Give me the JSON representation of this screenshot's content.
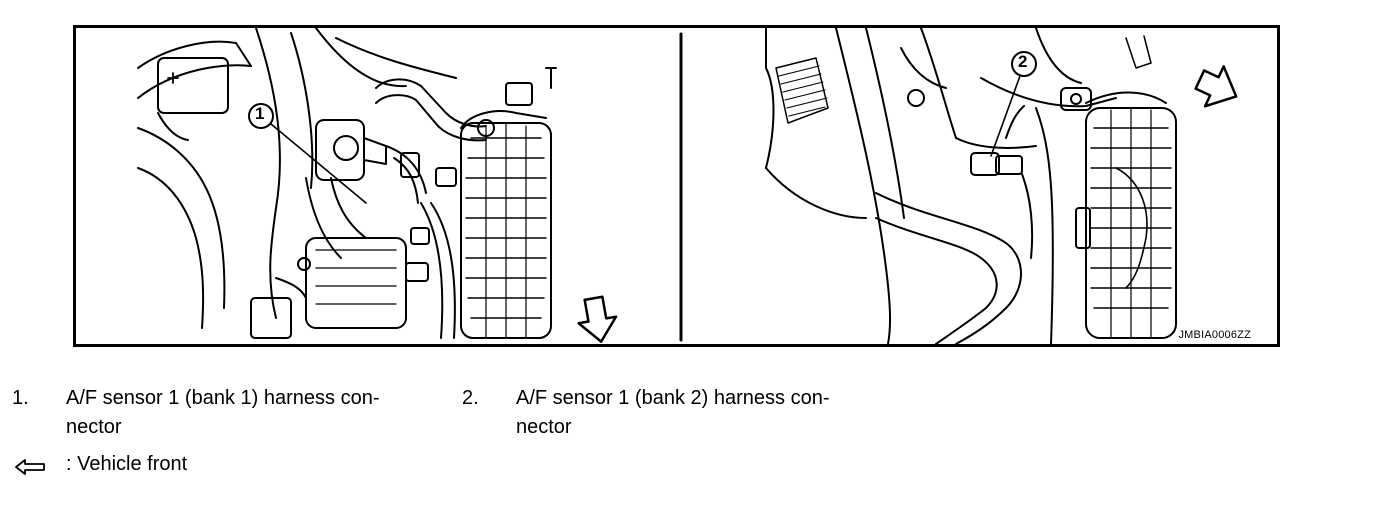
{
  "figure": {
    "id_label": "JMBIA0006ZZ",
    "callouts": [
      "1",
      "2"
    ]
  },
  "legend": {
    "items": [
      {
        "number": "1.",
        "line1": "A/F sensor 1 (bank 1) harness con-",
        "line2": "nector"
      },
      {
        "number": "2.",
        "line1": "A/F sensor 1 (bank 2) harness con-",
        "line2": "nector"
      }
    ],
    "front_symbol": {
      "icon": "hollow-arrow-left-icon",
      "text": ": Vehicle front"
    }
  }
}
